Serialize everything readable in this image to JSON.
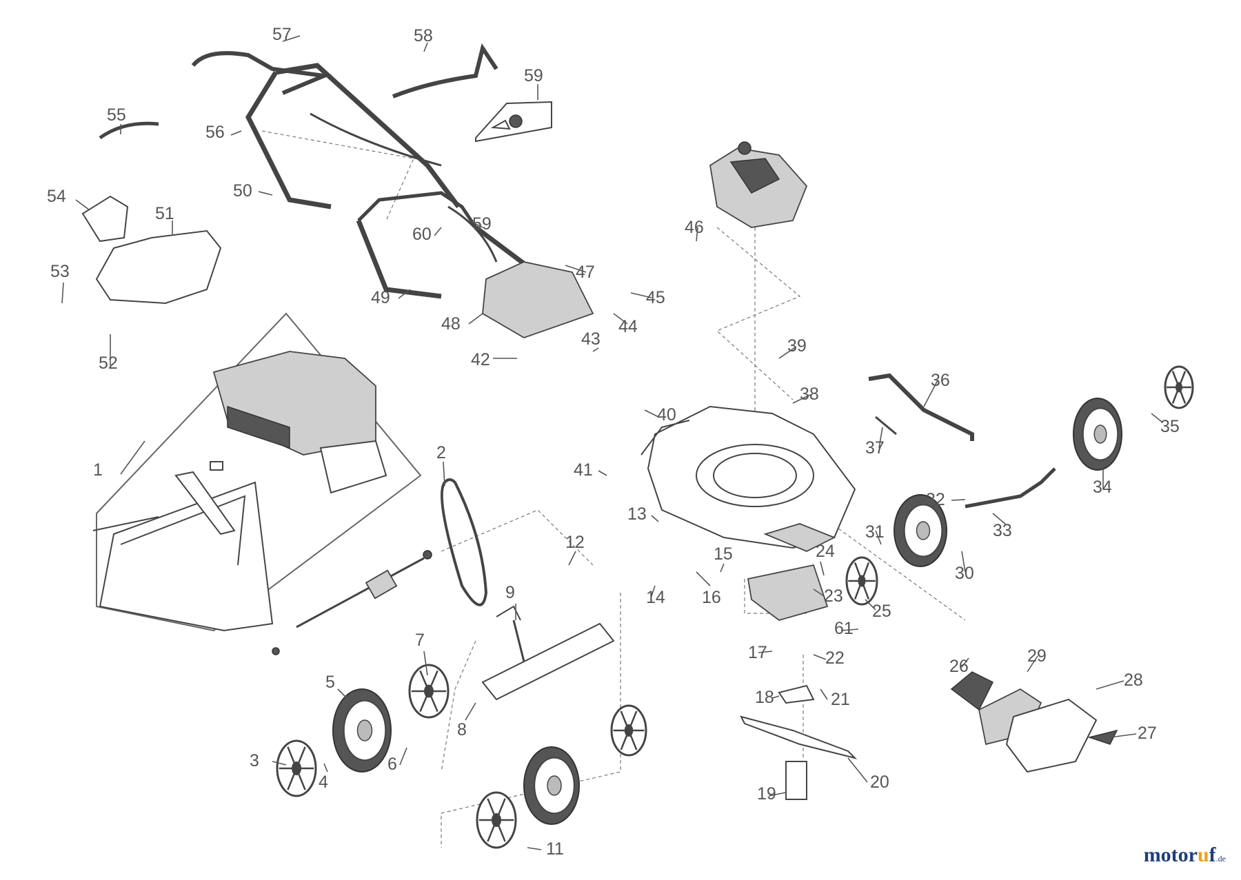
{
  "labels": {
    "n1": "1",
    "n2": "2",
    "n3": "3",
    "n4": "4",
    "n5": "5",
    "n6": "6",
    "n7": "7",
    "n8": "8",
    "n9": "9",
    "n11": "11",
    "n12": "12",
    "n13": "13",
    "n14": "14",
    "n15": "15",
    "n16": "16",
    "n17": "17",
    "n18": "18",
    "n19": "19",
    "n20": "20",
    "n21": "21",
    "n22": "22",
    "n23": "23",
    "n24": "24",
    "n25": "25",
    "n26": "26",
    "n27": "27",
    "n28": "28",
    "n29": "29",
    "n30": "30",
    "n31": "31",
    "n32": "32",
    "n33": "33",
    "n34": "34",
    "n35": "35",
    "n36": "36",
    "n37": "37",
    "n38": "38",
    "n39": "39",
    "n40": "40",
    "n41": "41",
    "n42": "42",
    "n43": "43",
    "n44": "44",
    "n45": "45",
    "n46": "46",
    "n47": "47",
    "n48": "48",
    "n49": "49",
    "n50": "50",
    "n51": "51",
    "n52": "52",
    "n53": "53",
    "n54": "54",
    "n55": "55",
    "n56": "56",
    "n57": "57",
    "n58": "58",
    "n59a": "59",
    "n59b": "59",
    "n60": "60",
    "n61": "61"
  },
  "brand": {
    "part1": "motor",
    "part2": "u",
    "part3": "f",
    "suffix": ".de"
  },
  "colors": {
    "line": "#444444",
    "label": "#555555",
    "brand_blue": "#1f3f7a",
    "brand_orange": "#e8a31b"
  }
}
